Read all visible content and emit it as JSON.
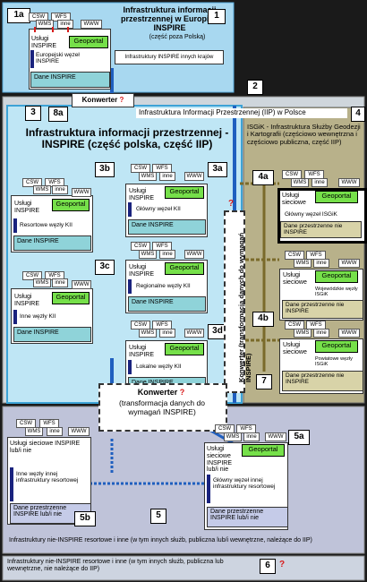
{
  "badges": {
    "b1a": "1a",
    "b1": "1",
    "b2": "2",
    "b3": "3",
    "b4": "4",
    "b8a": "8a",
    "b3a": "3a",
    "b3b": "3b",
    "b3c": "3c",
    "b3d": "3d",
    "b4a": "4a",
    "b4b": "4b",
    "b7": "7",
    "b5a": "5a",
    "b5b": "5b",
    "b5": "5",
    "b6": "6"
  },
  "services": {
    "csw": "CSW",
    "wfs": "WFS",
    "wms": "WMS",
    "inne": "inne",
    "www": "WWW",
    "geoportal": "Geoportal"
  },
  "europe": {
    "title": "Infrastruktura informacji przestrzennej w Europie - INSPIRE",
    "subtitle": "(część poza Polską)",
    "uslugi": "Usługi INSPIRE",
    "node": "Europejski węzeł INSPIRE",
    "dane": "Dane INSPIRE",
    "others": "Infrastruktury INSPIRE innych krajów"
  },
  "konwerter_top": "Konwerter",
  "iip_title": "Infrastruktura Informacji Przestrzennej (IIP) w Polsce",
  "isgik": "ISGiK - Infrastruktura Służby Geodezji i Kartografii (częściowo wewnętrzna i częściowo publiczna, część IIP)",
  "inspire_pl_title": "Infrastruktura informacji przestrzennej - INSPIRE (część polska, część IIP)",
  "converter_vertical": "Konwerter (transformacja danych do wymagań INSPIRE)",
  "nodes": {
    "uslugi": "Usługi INSPIRE",
    "glowny": "Główny węzeł KII",
    "resortowe": "Resortowe węzły KII",
    "regionalne": "Regionalne węzły KII",
    "inne": "Inne węzły KII",
    "lokalne": "Lokalne węzły KII",
    "dane": "Dane INSPIRE"
  },
  "isgik_nodes": {
    "uslugi": "Usługi sieciowe",
    "glowny": "Główny węzeł ISGiK",
    "woj": "Wojewódzkie węzły ISGiK",
    "pow": "Powiatowe węzły ISGiK",
    "dane": "Dane przestrzenne nie INSPIRE"
  },
  "konwerter_mid": "Konwerter",
  "konwerter_mid_sub": "(transformacja danych do wymagań INSPIRE)",
  "bottom": {
    "uslugi": "Usługi sieciowe INSPIRE lub/i nie",
    "inne_wezly": "Inne węzły innej infrastruktury resortowej",
    "glowny": "Główny węzeł innej infrastruktury resortowej",
    "dane": "Dane przestrzenne INSPIRE lub/i nie",
    "label5": "Infrastruktury nie-INSPIRE resortowe i inne (w tym innych służb, publiczna lub/i wewnętrzne, należące do IIP)",
    "label6": "Infrastruktury nie-INSPIRE resortowe i inne (w tym innych służb, publiczna lub wewnętrzne, nie należące do IIP)"
  },
  "qmark": "?"
}
